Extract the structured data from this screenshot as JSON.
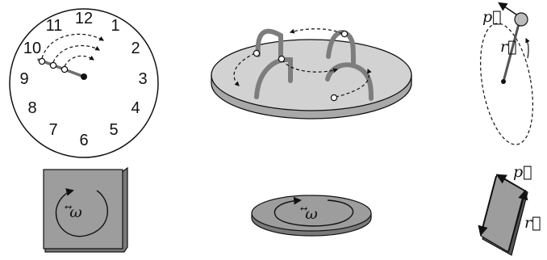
{
  "clock": {
    "numerals": [
      "12",
      "1",
      "2",
      "3",
      "4",
      "5",
      "6",
      "7",
      "8",
      "9",
      "10",
      "11"
    ]
  },
  "labels": {
    "omega_top": "⃡ω",
    "omega_mid": "⃡ω",
    "p_top": "p⃗",
    "r_top": "r⃗",
    "p_bottom": "p⃗",
    "r_bottom": "r⃗"
  },
  "colors": {
    "stroke": "#111111",
    "platform_light": "#d2d2d2",
    "platform_edge": "#a9a9a9",
    "plate_dark": "#9d9d9d",
    "plate_edge": "#7a7a7a",
    "rod": "#8a8a8a"
  }
}
